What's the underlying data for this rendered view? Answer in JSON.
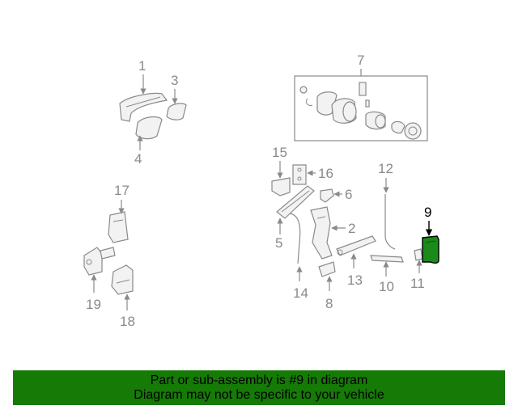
{
  "diagram": {
    "highlighted_part": "9",
    "callouts": {
      "c1": "1",
      "c2": "2",
      "c3": "3",
      "c4": "4",
      "c5": "5",
      "c6": "6",
      "c7": "7",
      "c8": "8",
      "c9": "9",
      "c10": "10",
      "c11": "11",
      "c12": "12",
      "c13": "13",
      "c14": "14",
      "c15": "15",
      "c16": "16",
      "c17": "17",
      "c18": "18",
      "c19": "19"
    }
  },
  "banner": {
    "line1": "Part or sub-assembly is #9 in diagram",
    "line2": "Diagram may not be specific to your vehicle"
  },
  "colors": {
    "banner_bg": "#157a06",
    "highlight_part": "#1a8a1a",
    "line_art": "#8a8a8a"
  }
}
